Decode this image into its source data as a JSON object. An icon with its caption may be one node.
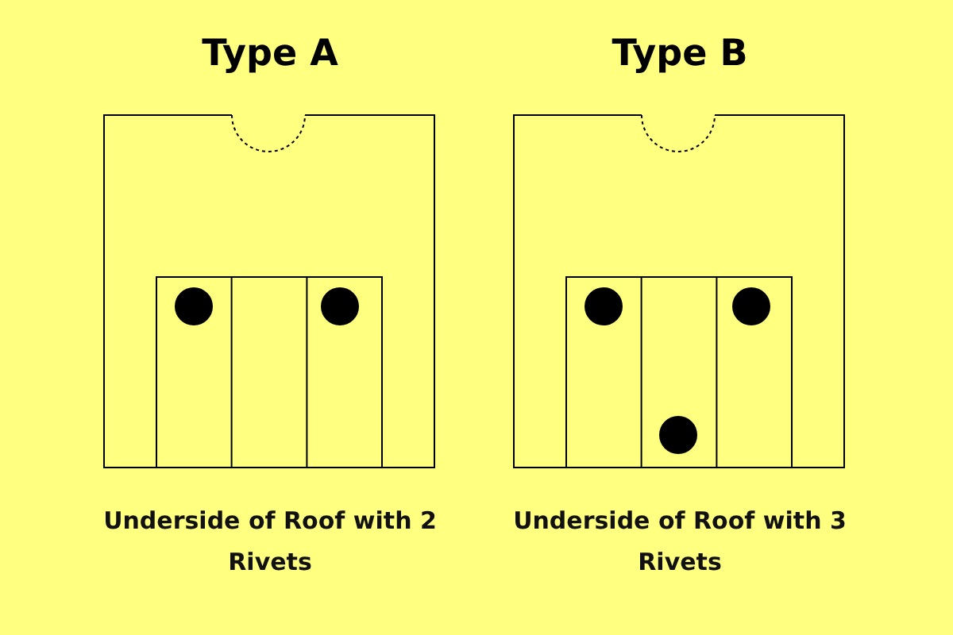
{
  "diagram": {
    "nodes": [
      {
        "text": [
          "Type A"
        ],
        "beside": [
          "Underside of Roof with 2 Rivets"
        ]
      },
      {
        "text": [
          "Type B"
        ],
        "beside": [
          "Underside of Roof with 3 Rivets"
        ]
      }
    ]
  }
}
